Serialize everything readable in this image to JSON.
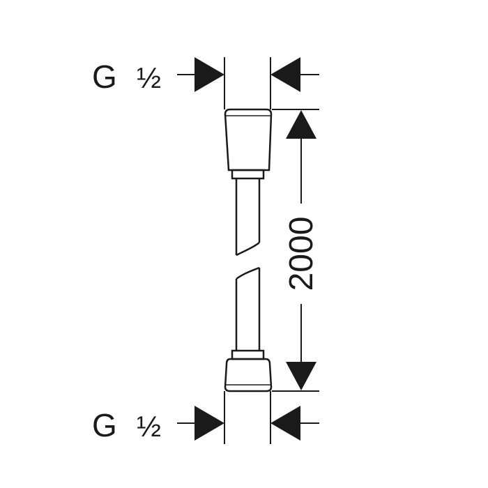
{
  "drawing": {
    "top_connection": {
      "thread_letter": "G",
      "thread_size": "½"
    },
    "bottom_connection": {
      "thread_letter": "G",
      "thread_size": "½"
    },
    "length_dimension": "2000"
  },
  "colors": {
    "ink": "#1a1a1a",
    "background": "#ffffff"
  }
}
